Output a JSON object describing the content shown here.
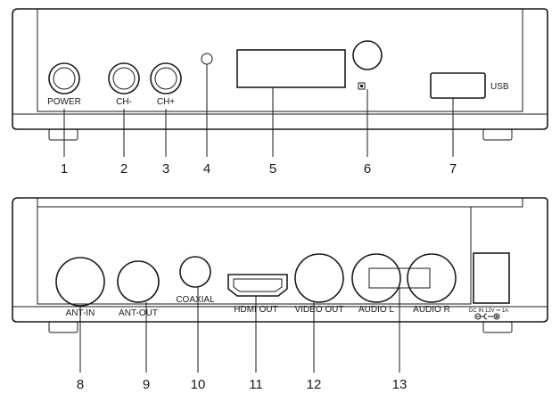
{
  "front_panel": {
    "power_label": "POWER",
    "ch_minus_label": "CH-",
    "ch_plus_label": "CH+",
    "usb_label": "USB"
  },
  "rear_panel": {
    "ant_in_label": "ANT-IN",
    "ant_out_label": "ANT-OUT",
    "coaxial_label": "COAXIAL",
    "hdmi_out_label": "HDMI OUT",
    "video_out_label": "VIDEO OUT",
    "audio_l_label": "AUDIO L",
    "audio_r_label": "AUDIO R",
    "dc_in_label": "DC IN 12V ⎓ 1A"
  },
  "callouts": {
    "front": [
      "1",
      "2",
      "3",
      "4",
      "5",
      "6",
      "7"
    ],
    "rear": [
      "8",
      "9",
      "10",
      "11",
      "12",
      "13"
    ]
  }
}
